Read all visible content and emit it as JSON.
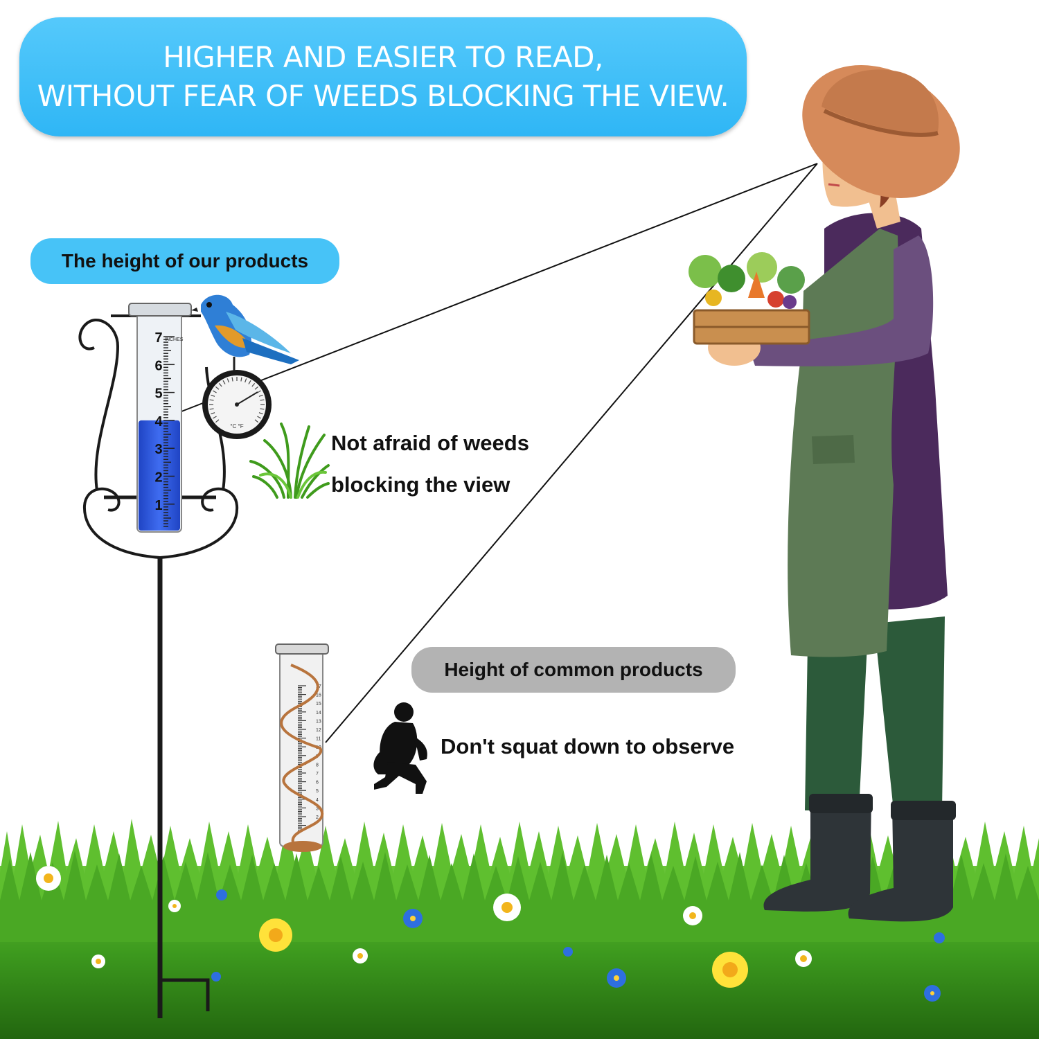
{
  "banner": {
    "line1": "HIGHER AND EASIER TO READ,",
    "line2": "WITHOUT FEAR OF WEEDS BLOCKING THE VIEW."
  },
  "labels": {
    "our_product": "The height of our products",
    "common_product": "Height of common products",
    "weeds_line1": "Not afraid of weeds",
    "weeds_line2": "blocking the view",
    "squat": "Don't squat down to observe"
  },
  "rain_gauge": {
    "scale_numbers": [
      "7",
      "6",
      "5",
      "4",
      "3",
      "2",
      "1"
    ],
    "unit_label": "INCHES",
    "water_level": 4.0
  },
  "common_gauge": {
    "scale_numbers": [
      "17",
      "16",
      "15",
      "14",
      "13",
      "12",
      "11",
      "10",
      "9",
      "8",
      "7",
      "6",
      "5",
      "4",
      "3",
      "2"
    ]
  },
  "thermometer": {
    "unit_label": "°C °F"
  },
  "colors": {
    "banner": "#3fbef7",
    "pill_blue": "#47c3f7",
    "pill_grey": "#b3b3b3",
    "water": "#2b58e0",
    "grass": "#3d9a1e",
    "copper": "#b8743d"
  }
}
